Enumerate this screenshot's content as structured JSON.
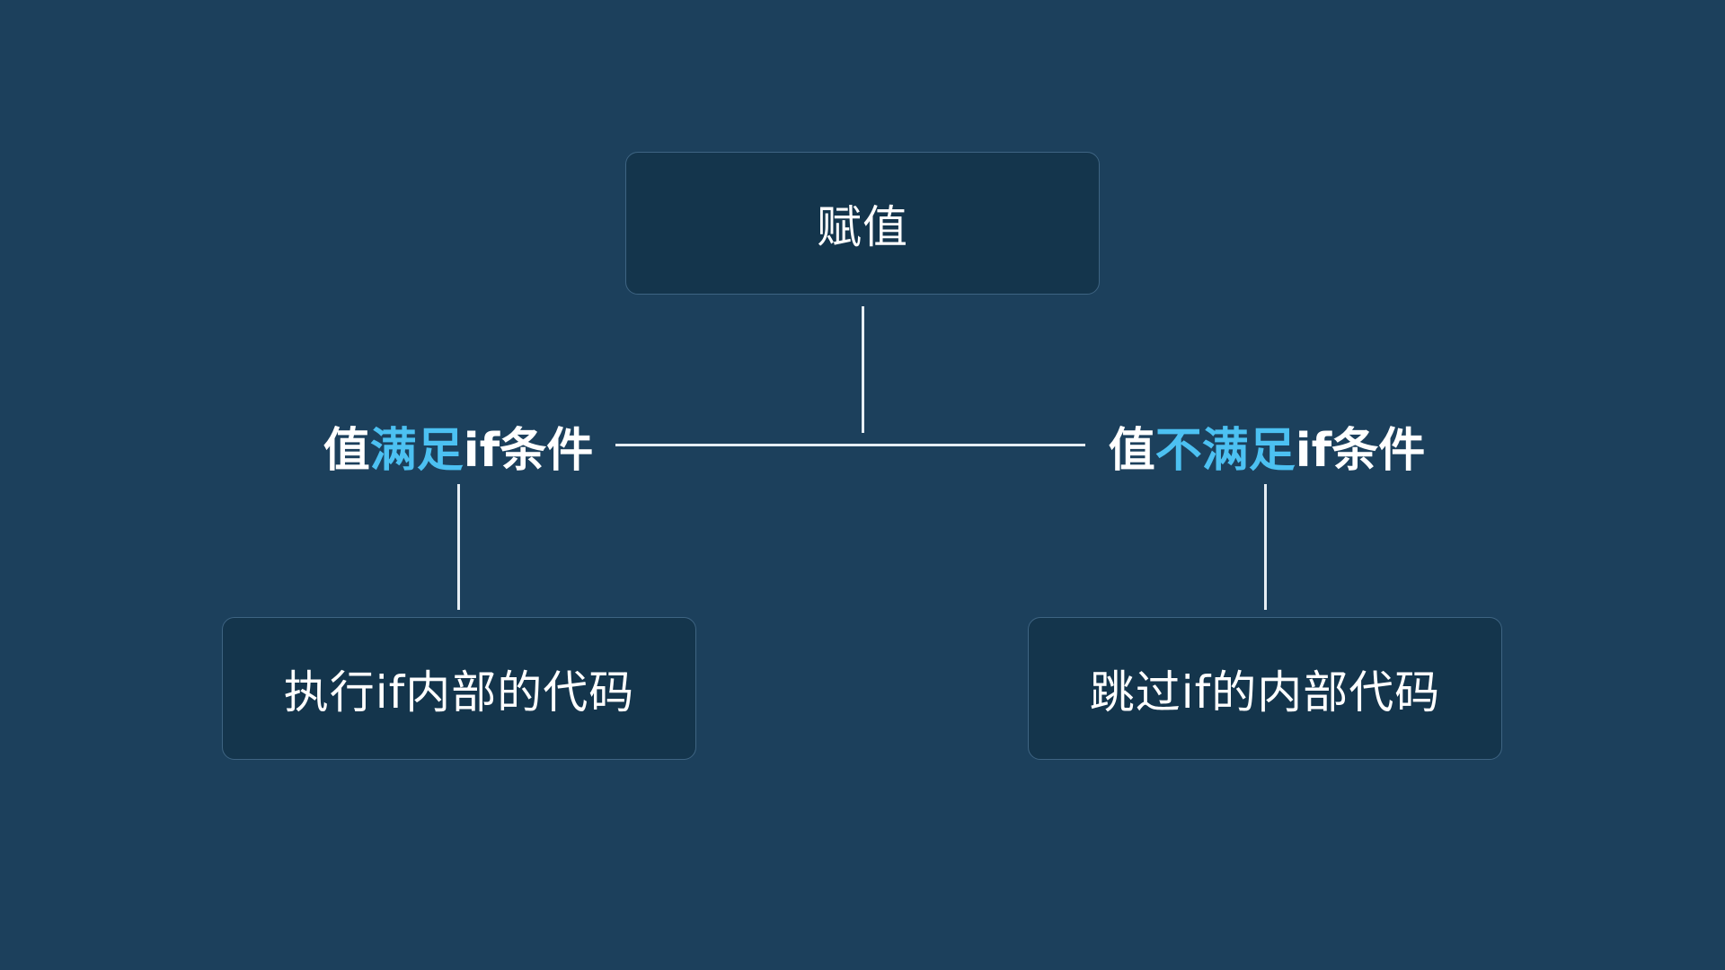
{
  "colors": {
    "background": "#1c405c",
    "node_fill": "#14354c",
    "node_border": "#3e6482",
    "line": "#e6eef4",
    "text": "#ffffff",
    "highlight": "#4cc1f2"
  },
  "diagram": {
    "top_node": {
      "label": "赋值"
    },
    "left_branch": {
      "condition": {
        "prefix": "值",
        "highlight": "满足",
        "suffix": "if条件"
      },
      "result": {
        "label": "执行if内部的代码"
      }
    },
    "right_branch": {
      "condition": {
        "prefix": "值",
        "highlight": "不满足",
        "suffix": "if条件"
      },
      "result": {
        "label": "跳过if的内部代码"
      }
    }
  }
}
